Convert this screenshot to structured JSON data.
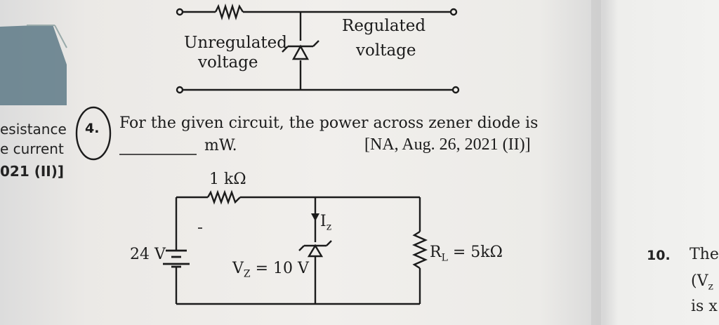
{
  "top_figure": {
    "left_label_line1": "Unregulated",
    "left_label_line2": "voltage",
    "right_label_line1": "Regulated",
    "right_label_line2": "voltage"
  },
  "left_margin": {
    "line1": "esistance",
    "line2": "e current",
    "line3": "021 (II)]"
  },
  "question": {
    "number": "4.",
    "text": "For the given circuit, the power across zener diode is",
    "unit": "mW.",
    "source": "[NA, Aug. 26, 2021 (II)]"
  },
  "circuit": {
    "series_resistor": "1 kΩ",
    "source_voltage": "24 V",
    "zener_current": "I",
    "zener_current_sub": "z",
    "zener_voltage": "V",
    "zener_voltage_sub": "Z",
    "zener_voltage_value": " = 10 V",
    "load_resistor": "R",
    "load_resistor_sub": "L",
    "load_resistor_value": " = 5kΩ"
  },
  "right_margin": {
    "number": "10.",
    "line1": "The",
    "line2_open": "(V",
    "line2_sub": "z",
    "line3": "is x"
  }
}
